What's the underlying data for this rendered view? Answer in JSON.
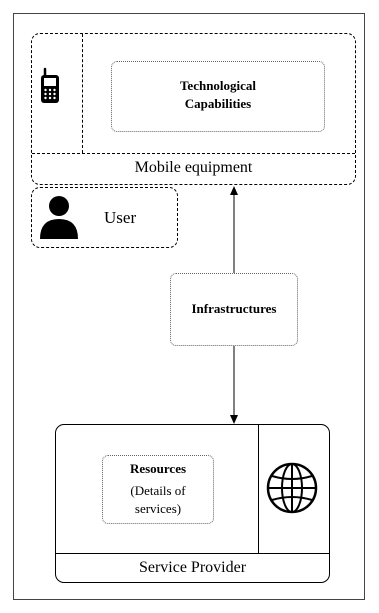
{
  "mobile": {
    "capabilities_line1": "Technological",
    "capabilities_line2": "Capabilities",
    "label": "Mobile equipment",
    "icon": "mobile-phone-icon"
  },
  "user": {
    "label": "User",
    "icon": "user-icon"
  },
  "infrastructures": {
    "label": "Infrastructures"
  },
  "provider": {
    "resources_title": "Resources",
    "resources_line2": "(Details of",
    "resources_line3": "services)",
    "label": "Service Provider",
    "icon": "globe-icon"
  }
}
